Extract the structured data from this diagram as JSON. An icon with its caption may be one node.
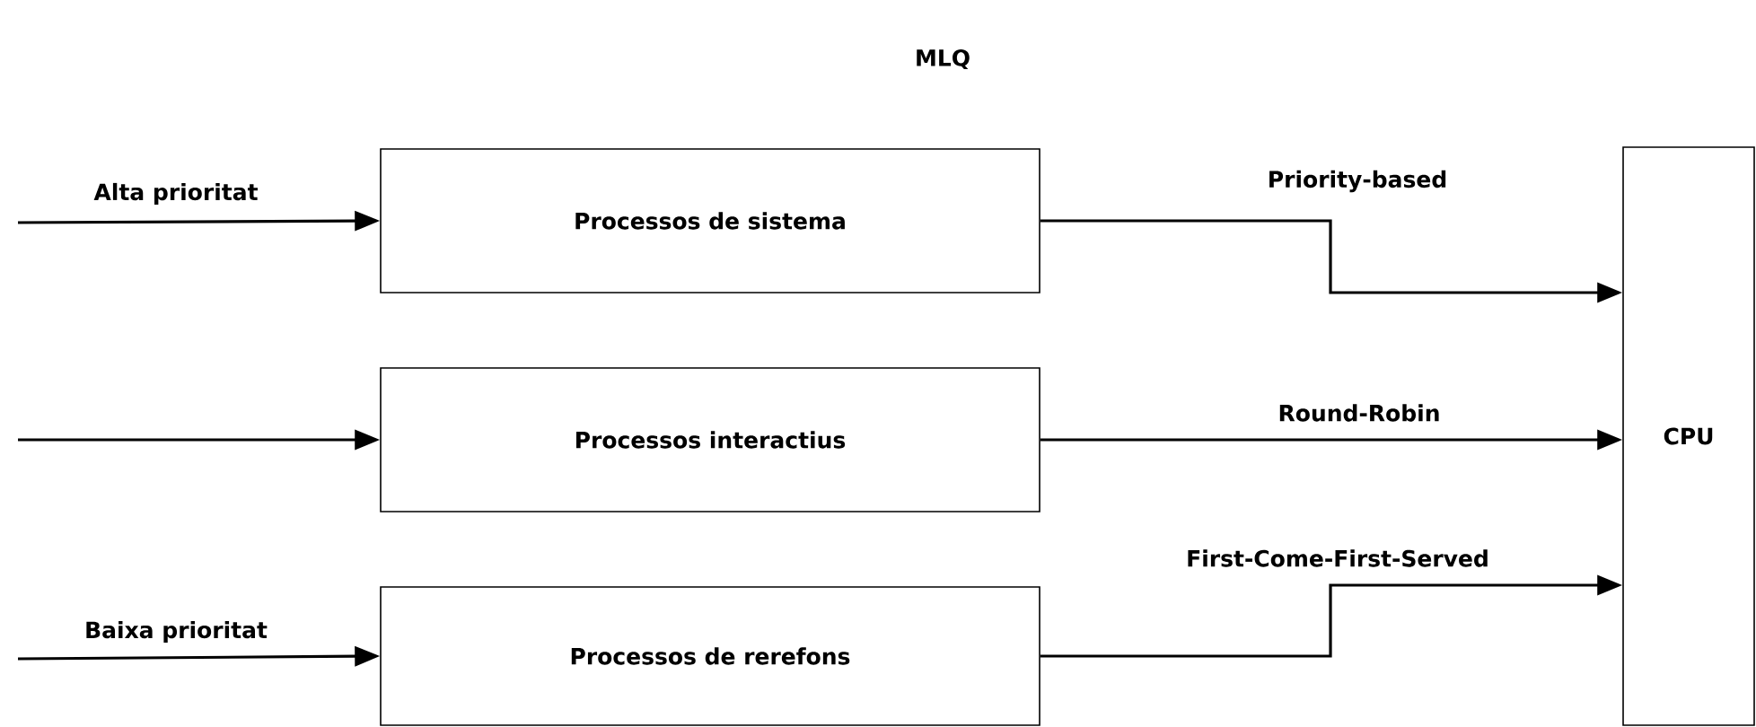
{
  "diagram": {
    "title": "MLQ",
    "nodes": [
      {
        "text": [
          "Processos de sistema"
        ]
      },
      {
        "text": [
          "Processos interactius"
        ]
      },
      {
        "text": [
          "Processos de rerefons"
        ]
      },
      {
        "text": [
          "CPU"
        ]
      }
    ],
    "edges": [
      {
        "from": null,
        "to": 0,
        "arrow": "to",
        "label": "Alta prioritat"
      },
      {
        "from": null,
        "to": 1,
        "arrow": "to"
      },
      {
        "from": null,
        "to": 2,
        "arrow": "to",
        "label": "Baixa prioritat"
      },
      {
        "from": 0,
        "to": 3,
        "arrow": "to",
        "label": "Priority-based"
      },
      {
        "from": 1,
        "to": 3,
        "arrow": "to",
        "label": "Round-Robin"
      },
      {
        "from": 2,
        "to": 3,
        "arrow": "to",
        "label": "First-Come-First-Served"
      }
    ]
  }
}
